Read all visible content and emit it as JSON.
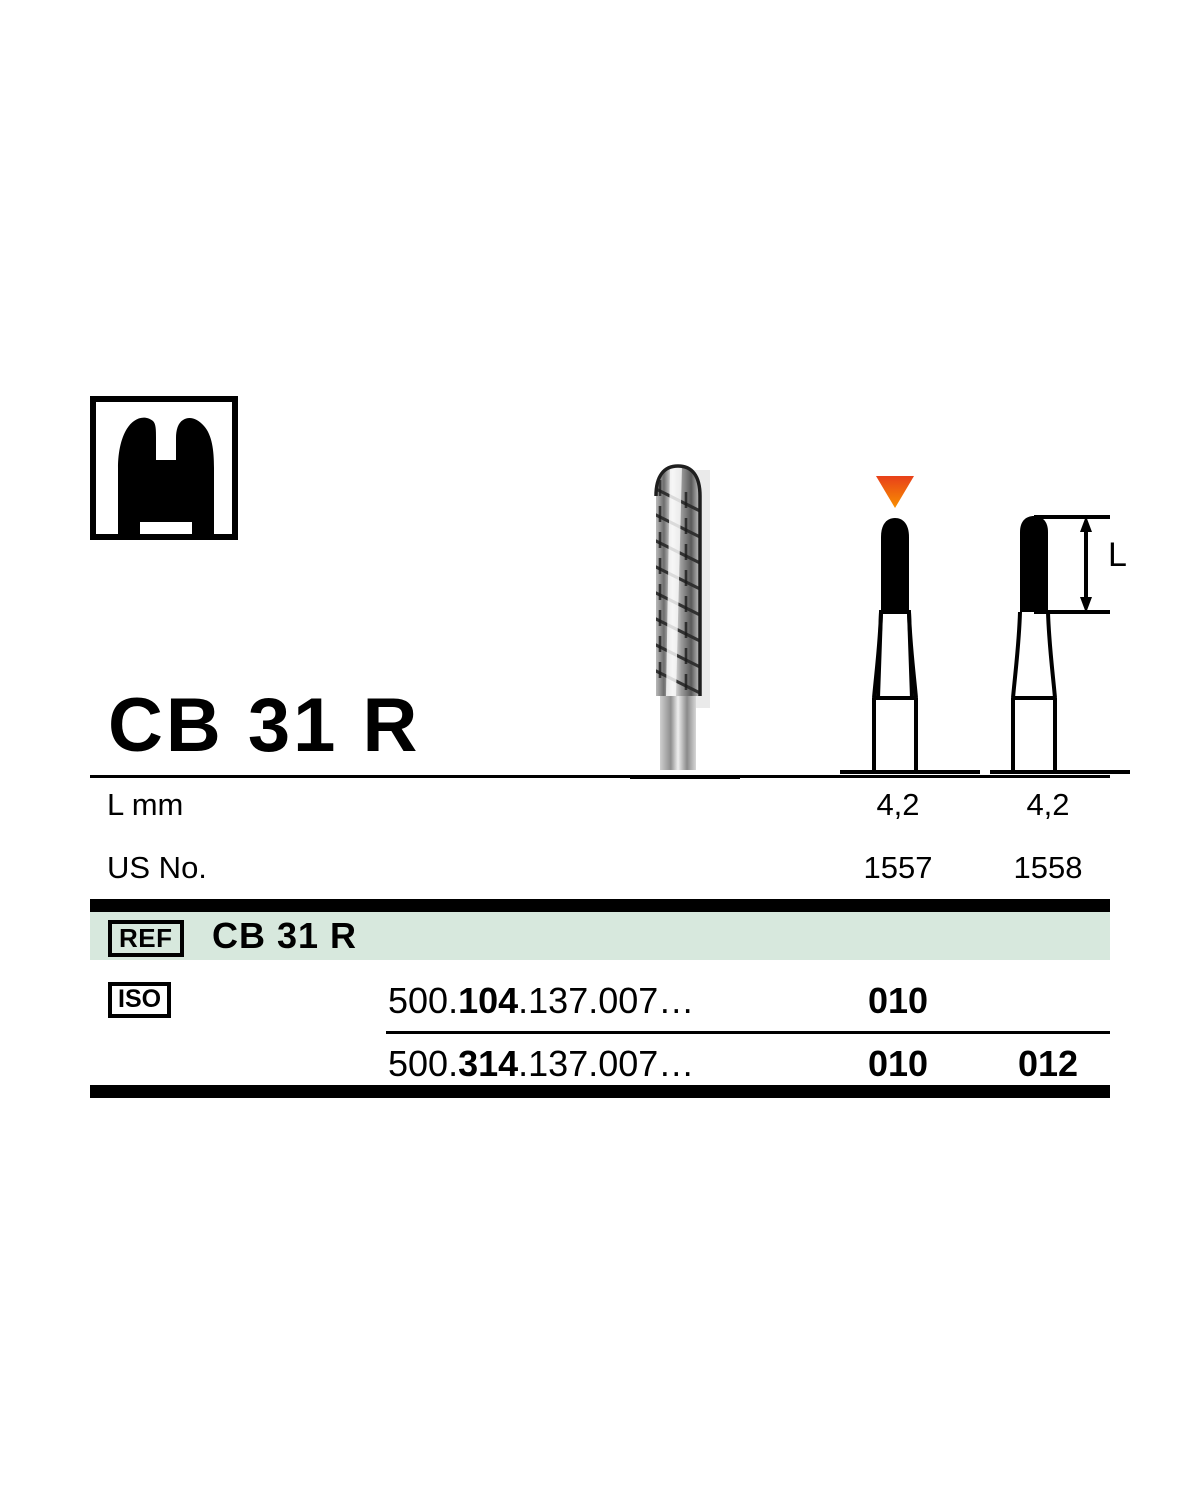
{
  "product": {
    "title": "CB 31 R",
    "shape_icon": "tooth-cavity-preparation-icon"
  },
  "illustrations": {
    "photo_label": "bur-photograph",
    "schematic_1": {
      "marker": "orange-triangle-marker",
      "us_no": "1557"
    },
    "schematic_2": {
      "dimension_label": "L"
    }
  },
  "spec_table": {
    "rows": [
      {
        "label": "L mm",
        "values": [
          "4,2",
          "4,2"
        ]
      },
      {
        "label": "US No.",
        "values": [
          "1557",
          "1558"
        ]
      }
    ]
  },
  "ref": {
    "tag": "REF",
    "value": "CB 31 R"
  },
  "iso": {
    "tag": "ISO",
    "rows": [
      {
        "code_prefix": "500.",
        "code_bold": "104",
        "code_suffix": ".137.007…",
        "values": [
          "010",
          ""
        ]
      },
      {
        "code_prefix": "500.",
        "code_bold": "314",
        "code_suffix": ".137.007…",
        "values": [
          "010",
          "012"
        ]
      }
    ]
  },
  "colors": {
    "ref_band": "#d7e8dd",
    "marker_top": "#e8401a",
    "marker_bottom": "#f89000",
    "ink": "#000000"
  }
}
